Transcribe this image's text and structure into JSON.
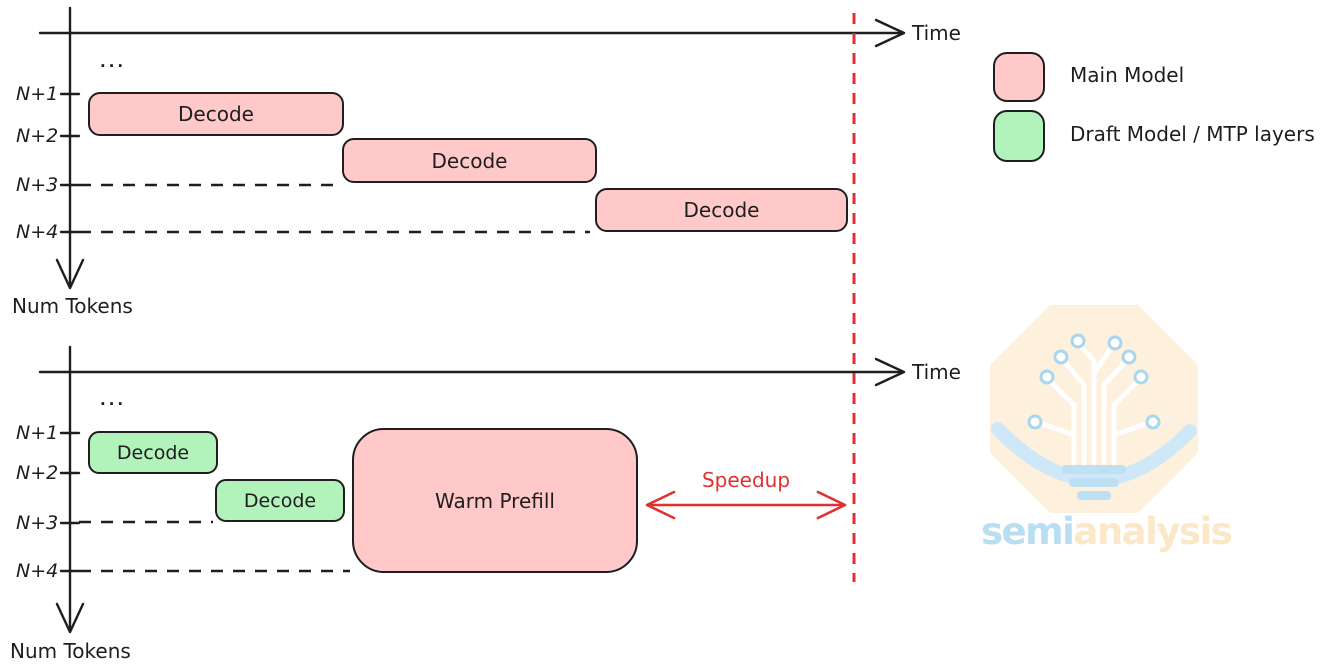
{
  "colors": {
    "main_model_fill": "#ffc9c9",
    "draft_model_fill": "#b2f2bb",
    "stroke_dark": "#1e1e1e",
    "accent_red": "#e03131",
    "logo_cream": "#fdf0dc",
    "logo_blue": "#cfe8f7"
  },
  "legend": {
    "items": [
      {
        "label": "Main Model"
      },
      {
        "label": "Draft Model / MTP layers"
      }
    ]
  },
  "top_chart": {
    "time_label": "Time",
    "y_axis_label": "Num Tokens",
    "ellipsis": "...",
    "ticks": [
      "N+1",
      "N+2",
      "N+3",
      "N+4"
    ],
    "boxes": [
      {
        "label": "Decode",
        "type": "main"
      },
      {
        "label": "Decode",
        "type": "main"
      },
      {
        "label": "Decode",
        "type": "main"
      }
    ]
  },
  "bottom_chart": {
    "time_label": "Time",
    "y_axis_label": "Num Tokens",
    "ellipsis": "...",
    "ticks": [
      "N+1",
      "N+2",
      "N+3",
      "N+4"
    ],
    "boxes": [
      {
        "label": "Decode",
        "type": "draft"
      },
      {
        "label": "Decode",
        "type": "draft"
      },
      {
        "label": "Warm Prefill",
        "type": "main"
      }
    ],
    "speedup_label": "Speedup"
  },
  "watermark": {
    "brand_part1": "semi",
    "brand_part2": "analysis"
  }
}
